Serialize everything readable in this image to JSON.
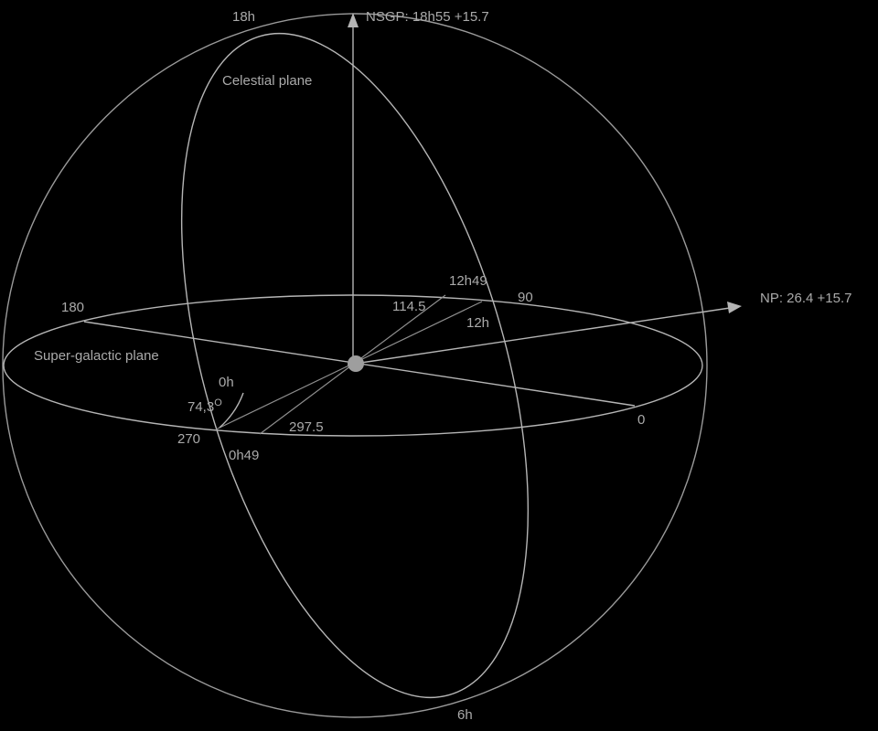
{
  "labels": {
    "ra_18h": "18h",
    "nsgp": "NSGP: 18h55 +15.7",
    "celestial_plane": "Celestial plane",
    "ra_12h49": "12h49",
    "sg_90": "90",
    "np": "NP: 26.4 +15.7",
    "sg_180": "180",
    "sg_114_5": "114.5",
    "ra_12h": "12h",
    "supergalactic_plane": "Super-galactic plane",
    "ra_0h": "0h",
    "angle": "74,3",
    "angle_degree": "O",
    "sg_0": "0",
    "sg_270": "270",
    "sg_297_5": "297.5",
    "ra_0h49": "0h49",
    "ra_6h": "6h"
  },
  "colors": {
    "background": "#000000",
    "line": "#b5b5b5",
    "text": "#aaaaaa"
  }
}
